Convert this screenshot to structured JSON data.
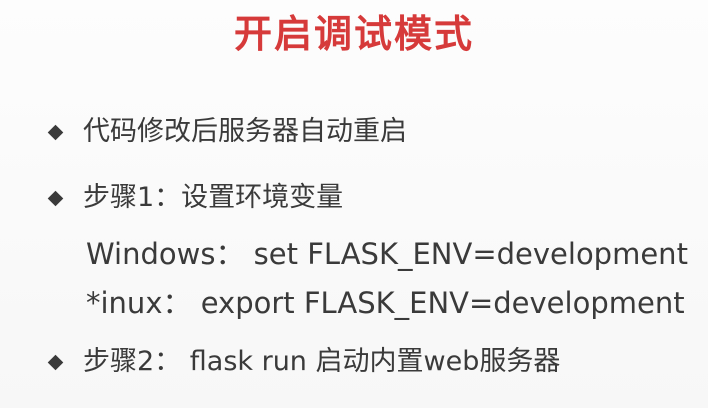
{
  "title": "开启调试模式",
  "bullets": [
    {
      "text": "代码修改后服务器自动重启"
    },
    {
      "text": "步骤1：设置环境变量"
    },
    {
      "text": "步骤2： flask run 启动内置web服务器"
    }
  ],
  "env_lines": [
    {
      "text": "Windows：  set FLASK_ENV=development"
    },
    {
      "text": "*inux：  export FLASK_ENV=development"
    }
  ]
}
